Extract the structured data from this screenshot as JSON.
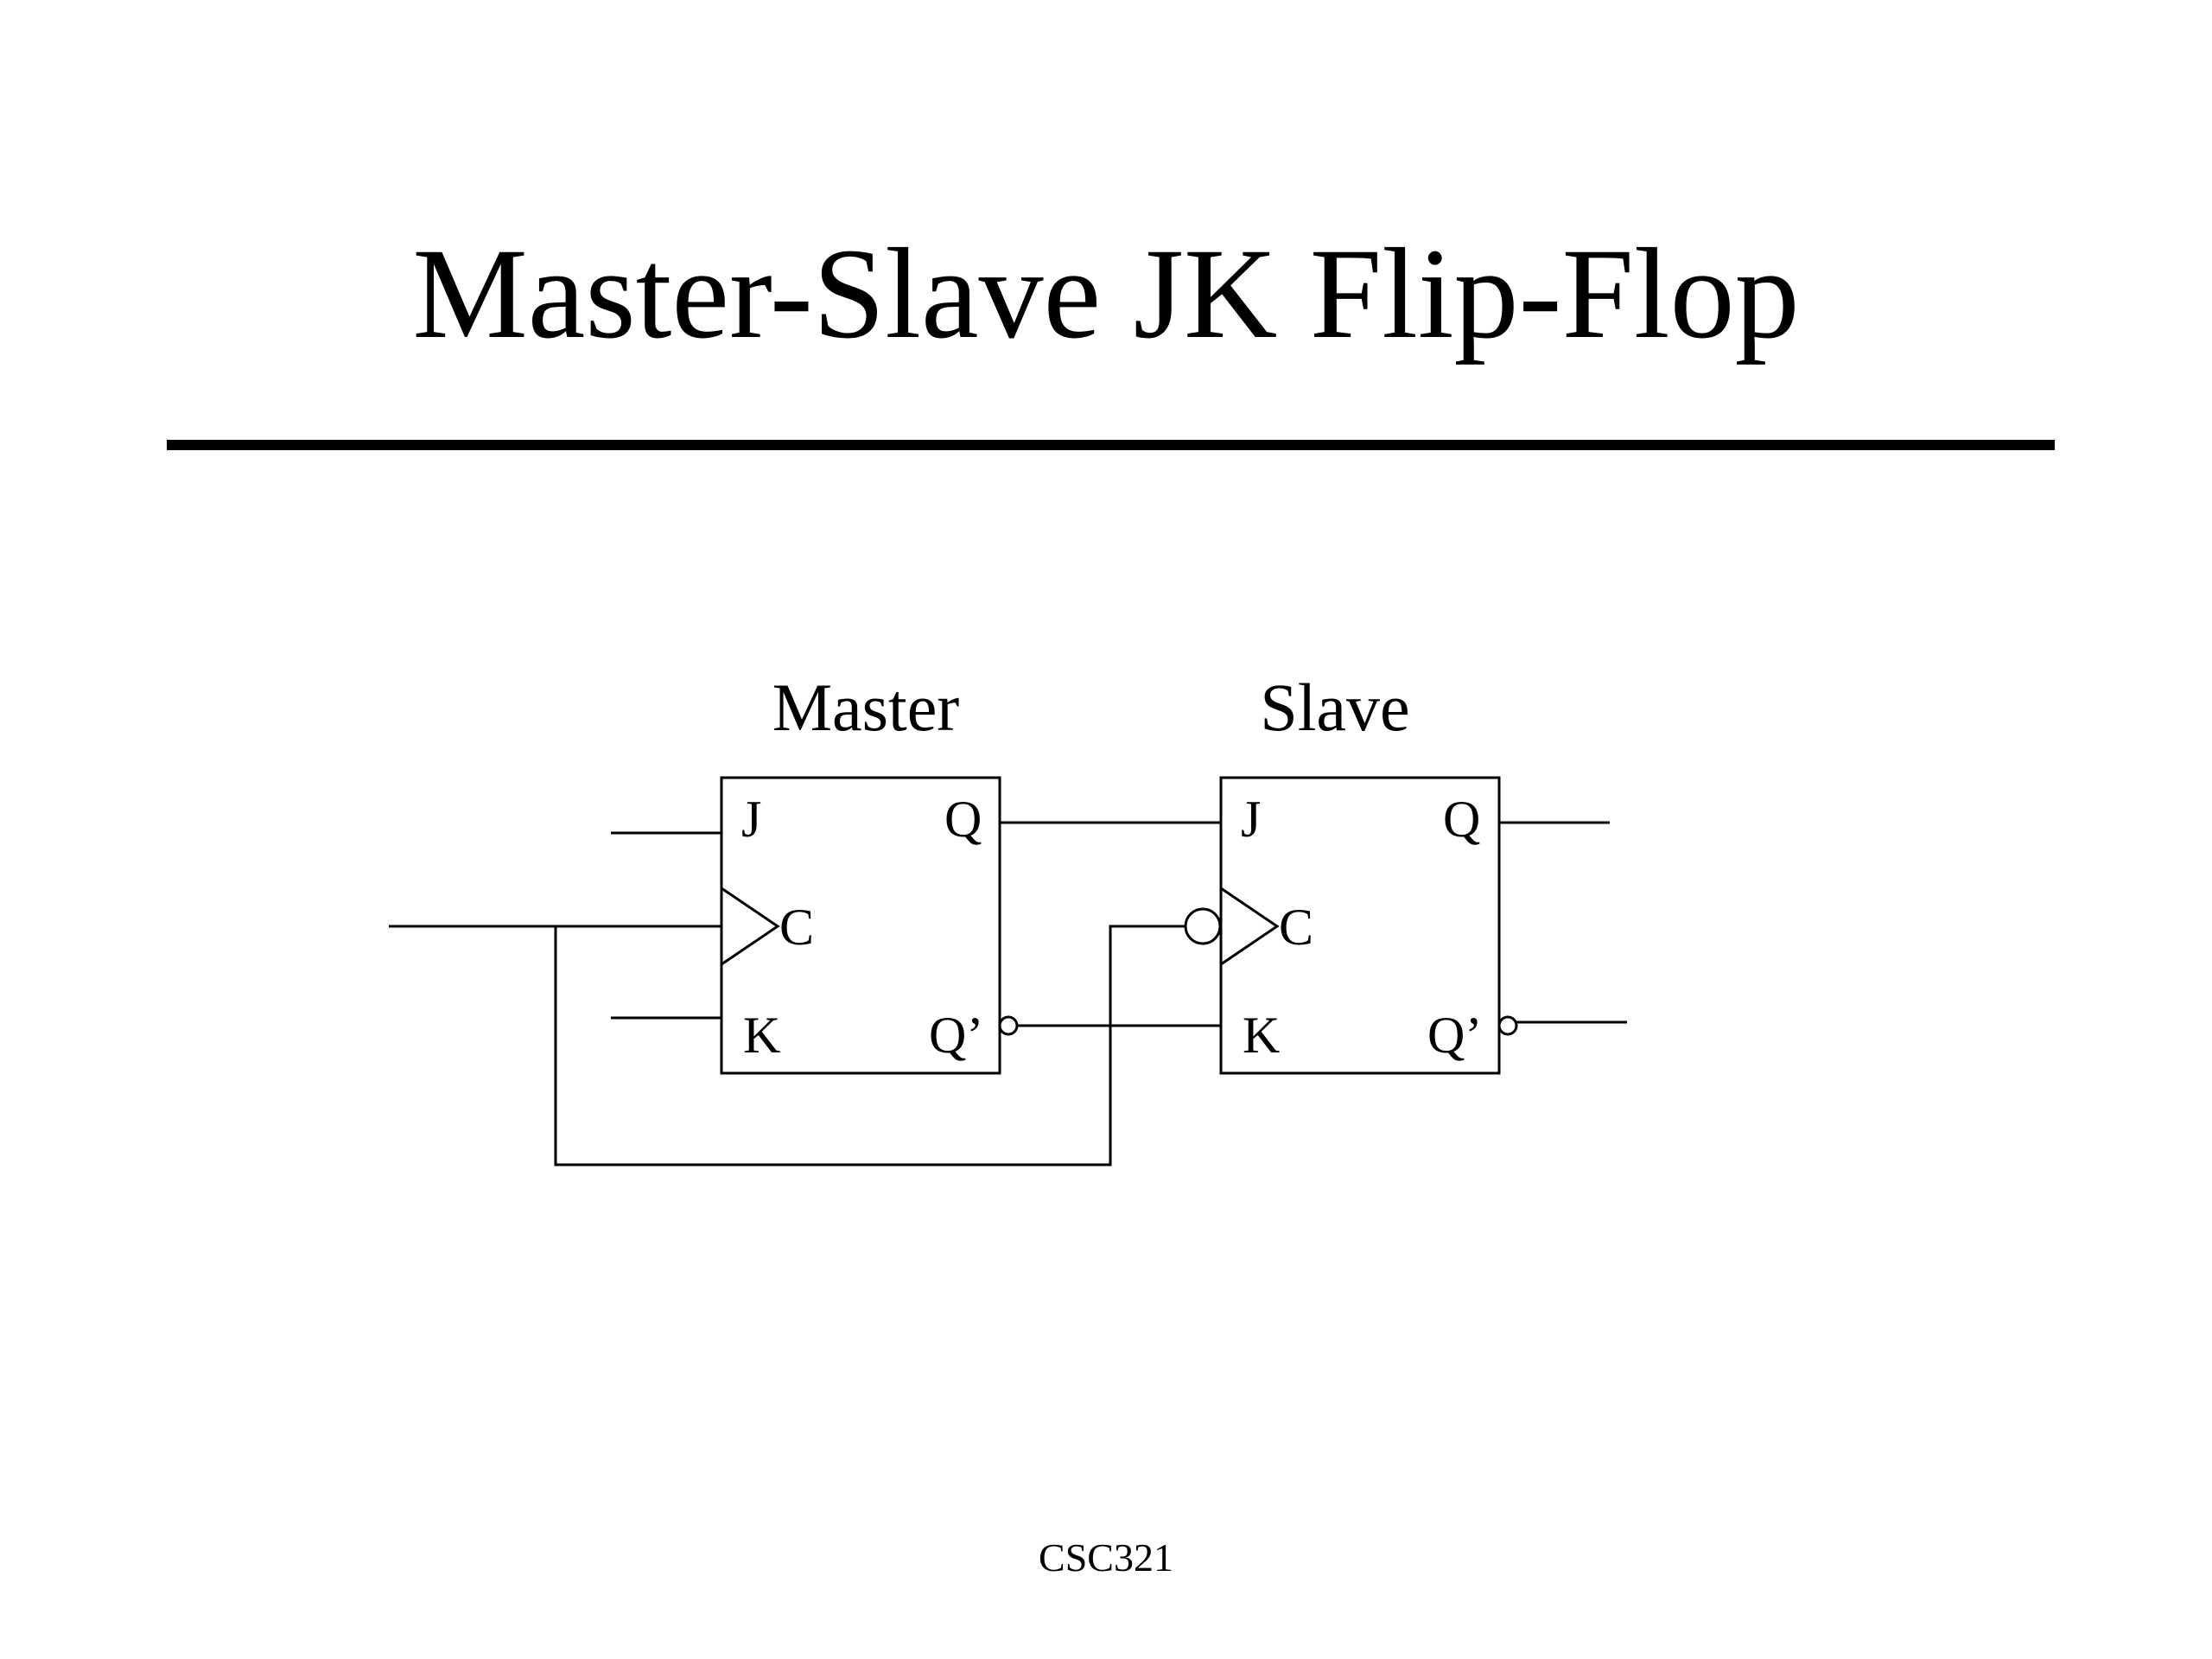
{
  "slide": {
    "title": "Master-Slave JK Flip-Flop",
    "footer": "CSC321"
  },
  "diagram": {
    "master": {
      "label": "Master",
      "pins": {
        "j": "J",
        "c": "C",
        "k": "K",
        "q": "Q",
        "q_not": "Q’"
      }
    },
    "slave": {
      "label": "Slave",
      "pins": {
        "j": "J",
        "c": "C",
        "k": "K",
        "q": "Q",
        "q_not": "Q’"
      }
    }
  }
}
